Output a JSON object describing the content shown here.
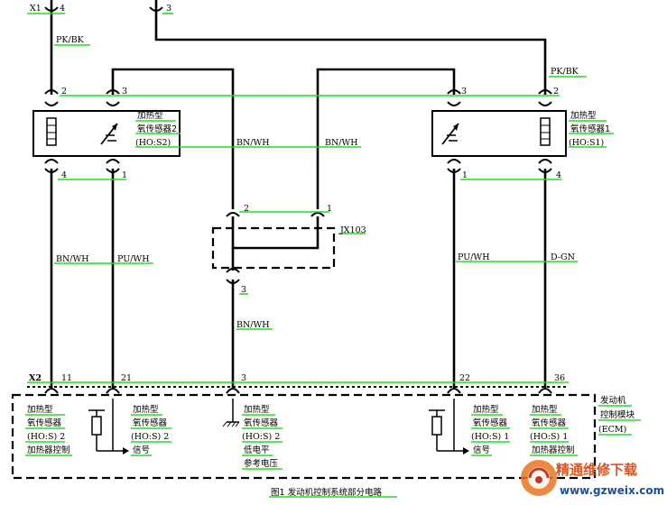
{
  "caption": "图1 发动机控制系统部分电路",
  "watermark": {
    "brand": "精通维修下载",
    "url": "www.gzweix.com"
  },
  "connectors": {
    "x1": "X1",
    "x1_pin": "4",
    "top_pin": "3",
    "x2": "X2",
    "jx103": "JX103",
    "jx_pin_2": "2",
    "jx_pin_1": "1",
    "jx_pin_3": "3"
  },
  "wires": {
    "pk_bk_left": "PK/BK",
    "pk_bk_right": "PK/BK",
    "bn_wh_upper_left": "BN/WH",
    "bn_wh_upper_right": "BN/WH",
    "bn_wh_left": "BN/WH",
    "pu_wh_left": "PU/WH",
    "pu_wh_right": "PU/WH",
    "d_gn": "D-GN",
    "bn_wh_center": "BN/WH"
  },
  "sensor2": {
    "line1": "加热型",
    "line2": "氧传感器2",
    "line3": "(HO:S2)",
    "pin_top_left": "2",
    "pin_top_right": "3",
    "pin_bottom_left": "4",
    "pin_bottom_right": "1"
  },
  "sensor1": {
    "line1": "加热型",
    "line2": "氧传感器1",
    "line3": "(HO:S1)",
    "pin_top_left": "3",
    "pin_top_right": "2",
    "pin_bottom_left": "1",
    "pin_bottom_right": "4"
  },
  "ecm": {
    "title_1": "发动机",
    "title_2": "控制模块",
    "title_3": "(ECM)",
    "pins": [
      "11",
      "21",
      "3",
      "22",
      "36"
    ],
    "col1": [
      "加热型",
      "氧传感器",
      "(HO:S) 2",
      "加热器控制"
    ],
    "col2": [
      "加热型",
      "氧传感器",
      "(HO:S) 2",
      "信号"
    ],
    "col3": [
      "加热型",
      "氧传感器",
      "(HO:S) 2",
      "低电平",
      "参考电压"
    ],
    "col4": [
      "加热型",
      "氧传感器",
      "(HO:S) 1",
      "信号"
    ],
    "col5": [
      "加热型",
      "氧传感器",
      "(HO:S) 1",
      "加热器控制"
    ]
  }
}
